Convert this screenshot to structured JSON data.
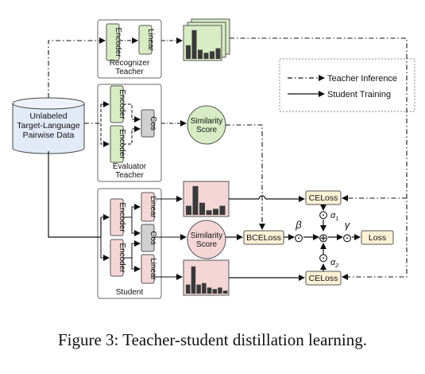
{
  "figure": {
    "caption": "Figure 3: Teacher-student distillation learning.",
    "data_source": "Unlabeled\nTarget-Language\nPairwise Data",
    "recognizer_teacher": {
      "label": "Recognizer\nTeacher",
      "encoder": "Encoder",
      "linear": "Linear"
    },
    "evaluator_teacher": {
      "label": "Evaluator\nTeacher",
      "encoder_top": "Encoder",
      "encoder_bottom": "Encoder",
      "cos": "Cos",
      "similarity": "Similarity\nScore"
    },
    "student": {
      "label": "Student",
      "encoder_top": "Encoder",
      "encoder_bottom": "Encoder",
      "linear_top": "Linear",
      "linear_bottom": "Linear",
      "cos": "Cos",
      "similarity": "Similarity\nScore"
    },
    "losses": {
      "celoss_top": "CELoss",
      "celoss_bottom": "CELoss",
      "bceloss": "BCELoss",
      "loss": "Loss"
    },
    "weights": {
      "beta": "β",
      "gamma": "γ",
      "alpha1": "α",
      "alpha1_sub": "1",
      "alpha2": "α",
      "alpha2_sub": "2"
    },
    "operators": {
      "dot": "⊙",
      "plus": "⊕"
    },
    "legend": {
      "teacher_inference": "Teacher Inference",
      "student_training": "Student Training"
    },
    "colors": {
      "green_fill": "#d7ecc4",
      "pink_fill": "#f5d6d6",
      "gray_fill": "#d0d0d0",
      "loss_fill": "#fdf2d6",
      "bar_dark": "#3a3a3a"
    },
    "histograms": {
      "recognizer_bars": [
        0.45,
        0.95,
        0.3,
        0.2,
        0.25,
        0.35
      ],
      "student_top_bars": [
        0.3,
        0.95,
        0.4,
        0.15,
        0.2,
        0.3
      ],
      "student_bottom_bars": [
        0.3,
        0.9,
        0.3,
        0.35,
        0.2,
        0.15,
        0.2,
        0.1
      ]
    }
  }
}
